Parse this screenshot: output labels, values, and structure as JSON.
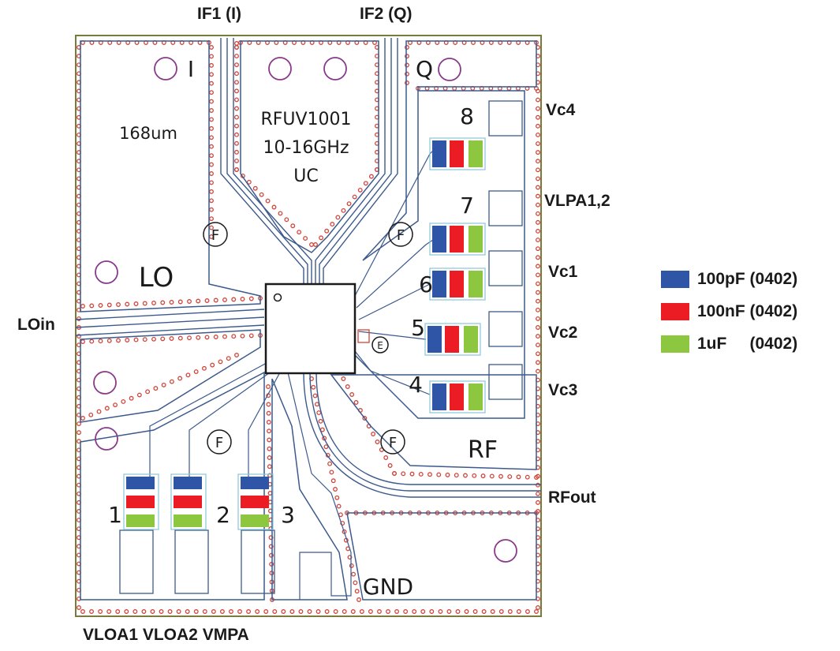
{
  "labels": {
    "if1": "IF1 (I)",
    "if2": "IF2 (Q)",
    "vc4": "Vc4",
    "vlpa": "VLPA1,2",
    "vc1": "Vc1",
    "vc2": "Vc2",
    "vc3": "Vc3",
    "loin": "LOin",
    "rfout": "RFout",
    "bottom": "VLOA1 VLOA2 VMPA"
  },
  "board_text": {
    "part": "RFUV1001",
    "freq": "10-16GHz",
    "type": "UC",
    "trace_width": "168um",
    "i": "I",
    "q": "Q",
    "lo": "LO",
    "rf": "RF",
    "gnd": "GND",
    "fiducial": "F",
    "e_mark": "E",
    "n1": "1",
    "n2": "2",
    "n3": "3",
    "n4": "4",
    "n5": "5",
    "n6": "6",
    "n7": "7",
    "n8": "8"
  },
  "legend": [
    {
      "label": "100pF (0402)",
      "color": "#2f56a6"
    },
    {
      "label": "100nF (0402)",
      "color": "#ec1c24"
    },
    {
      "label": "1uF     (0402)",
      "color": "#8dc63f"
    }
  ],
  "colors": {
    "trace": "#3c5a8c",
    "via": "#d1453b",
    "mount_hole": "#8a3a8a",
    "outline": "#7a7a3a",
    "pad_outline": "#88c4d8"
  }
}
